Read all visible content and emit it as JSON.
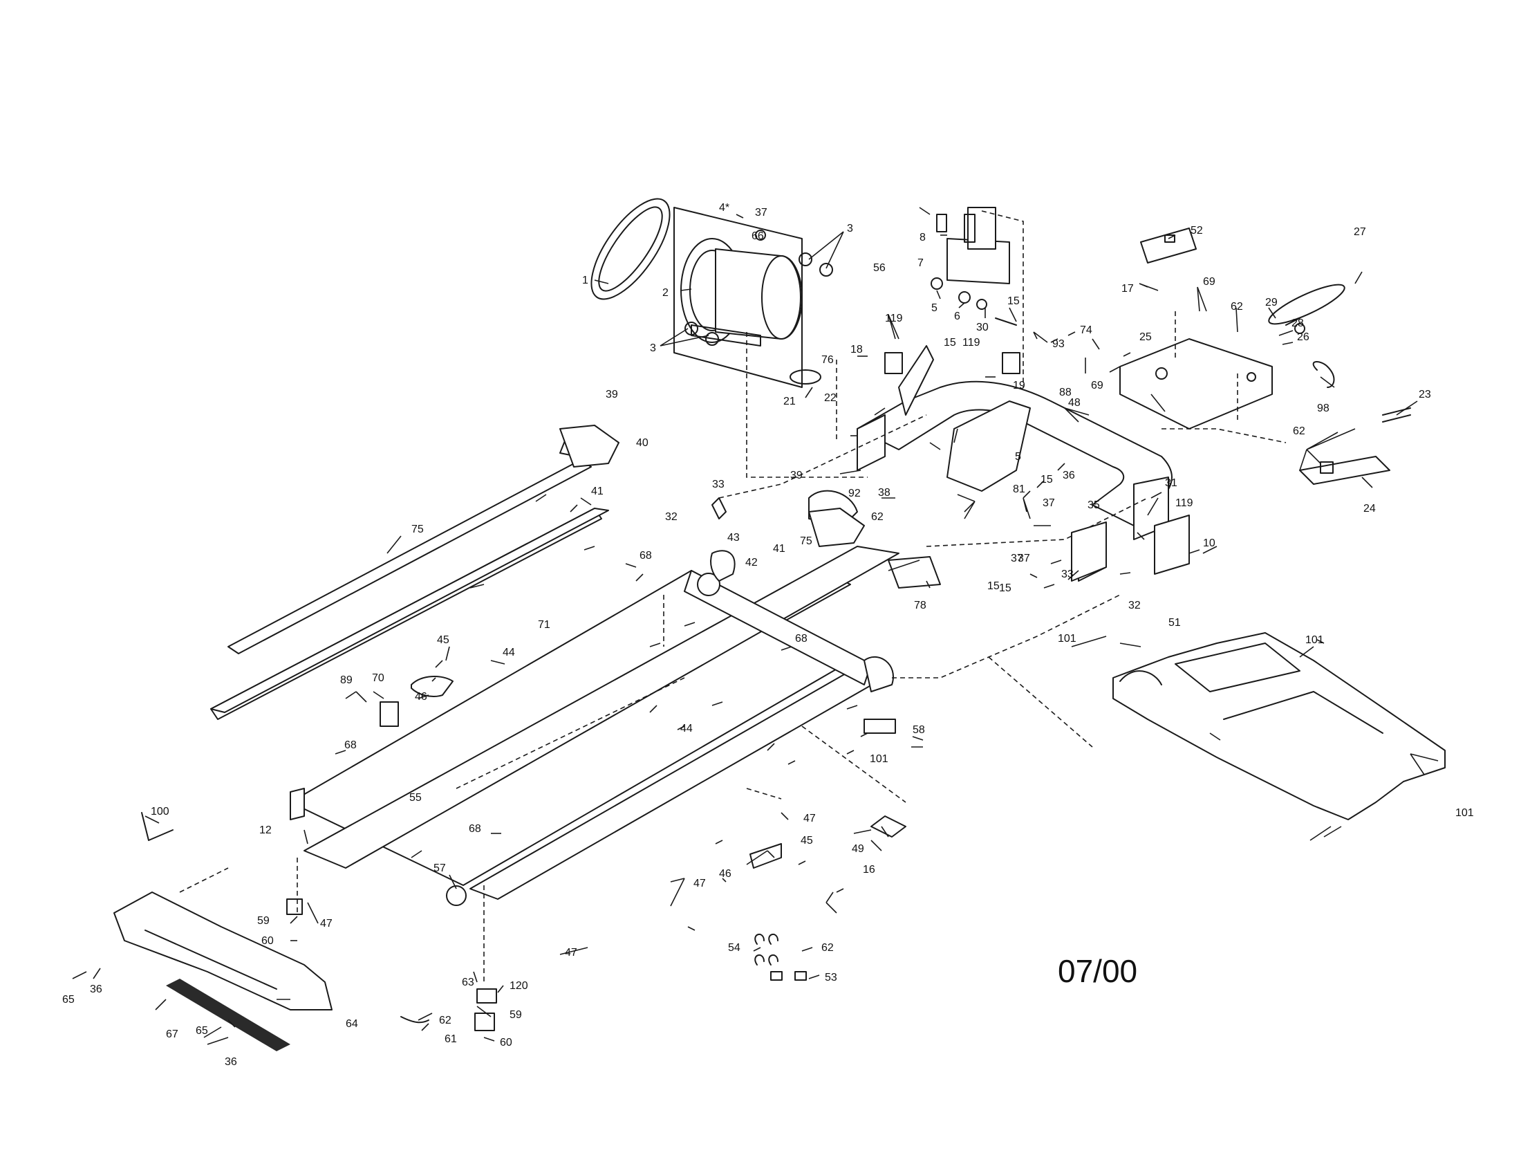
{
  "diagram": {
    "date_code": "07/00",
    "callouts": [
      "1",
      "2",
      "3",
      "3",
      "4*",
      "37",
      "66",
      "8",
      "7",
      "5",
      "6",
      "30",
      "15",
      "56",
      "52",
      "17",
      "27",
      "69",
      "62",
      "29",
      "28",
      "26",
      "25",
      "119",
      "18",
      "15",
      "119",
      "19",
      "93",
      "88",
      "74",
      "76",
      "22",
      "21",
      "69",
      "48",
      "98",
      "23",
      "39",
      "40",
      "41",
      "75",
      "33",
      "43",
      "32",
      "42",
      "68",
      "71",
      "39",
      "92",
      "41",
      "75",
      "45",
      "44",
      "46",
      "89",
      "70",
      "62",
      "78",
      "37",
      "36",
      "35",
      "15",
      "38",
      "81",
      "5",
      "15",
      "31",
      "119",
      "10",
      "37",
      "15",
      "33",
      "32",
      "62",
      "24",
      "101",
      "51",
      "101",
      "68",
      "58",
      "101",
      "68",
      "44",
      "55",
      "12",
      "100",
      "68",
      "57",
      "47",
      "45",
      "46",
      "47",
      "47",
      "49",
      "16",
      "59",
      "60",
      "47",
      "54",
      "62",
      "53",
      "65",
      "36",
      "67",
      "64",
      "63",
      "120",
      "59",
      "62",
      "61",
      "60",
      "65",
      "36",
      "101"
    ]
  }
}
